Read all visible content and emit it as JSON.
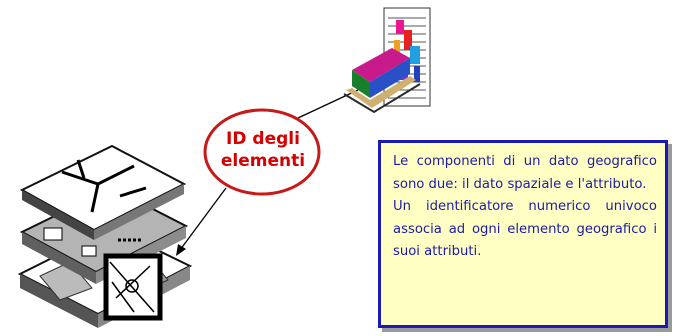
{
  "oval": {
    "line1": "ID degli",
    "line2": "elementi"
  },
  "note": {
    "paragraph1": "Le componenti di un dato geografico sono due: il dato spaziale e l'attributo.",
    "paragraph2": "Un identificatore numerico univoco associa ad ogni elemento geografico i suoi attributi."
  },
  "colors": {
    "oval_outline": "#c81818",
    "oval_text": "#d40000",
    "note_border": "#1a1ab8",
    "note_fill": "#ffffc4",
    "note_text": "#1c1ca8"
  }
}
